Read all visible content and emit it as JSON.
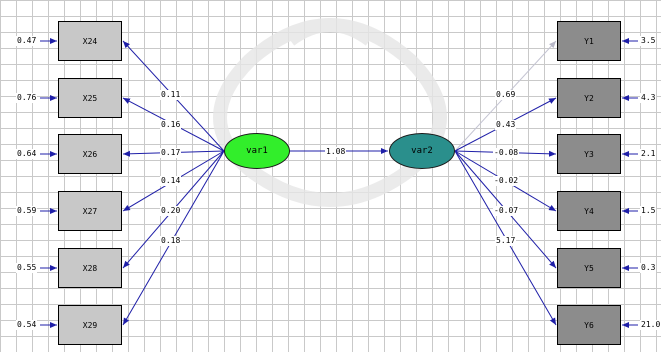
{
  "latent": {
    "var1": "var1",
    "var2": "var2"
  },
  "path_var1_var2": "1.08",
  "x_indicators": [
    {
      "name": "X24",
      "error": "0.47",
      "loading": "0.11"
    },
    {
      "name": "X25",
      "error": "0.76",
      "loading": "0.16"
    },
    {
      "name": "X26",
      "error": "0.64",
      "loading": "0.17"
    },
    {
      "name": "X27",
      "error": "0.59",
      "loading": "0.14"
    },
    {
      "name": "X28",
      "error": "0.55",
      "loading": "0.20"
    },
    {
      "name": "X29",
      "error": "0.54",
      "loading": "0.18"
    }
  ],
  "y_indicators": [
    {
      "name": "Y1",
      "error": "3.5",
      "loading": ""
    },
    {
      "name": "Y2",
      "error": "4.3",
      "loading": "0.69"
    },
    {
      "name": "Y3",
      "error": "2.1",
      "loading": "0.43"
    },
    {
      "name": "Y4",
      "error": "1.5",
      "loading": "-0.08"
    },
    {
      "name": "Y5",
      "error": "0.3",
      "loading": "-0.02"
    },
    {
      "name": "Y6",
      "error": "21.0",
      "loading": "-0.07"
    }
  ],
  "extra_label": "5.17",
  "colors": {
    "arrow": "#1f1fa8",
    "var1_fill": "#32ee2b",
    "var2_fill": "#2a8f8c",
    "x_box": "#c8c8c8",
    "y_box": "#8c8c8c"
  }
}
